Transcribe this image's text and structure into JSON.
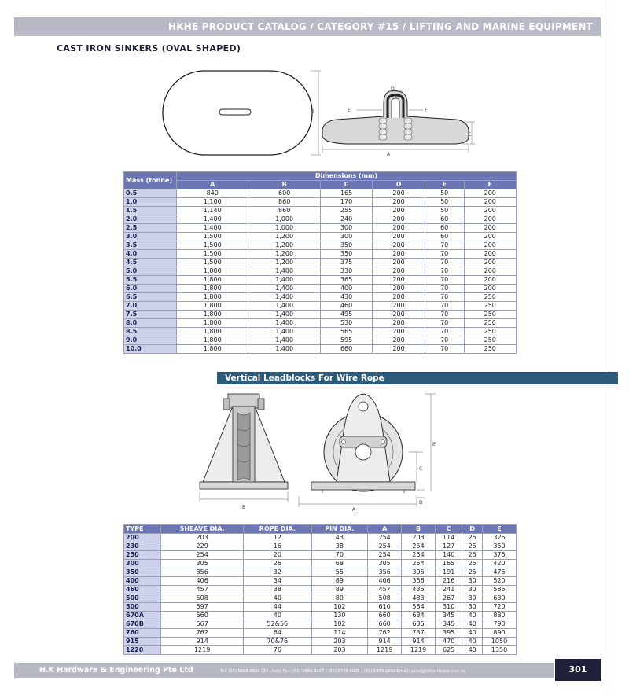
{
  "header": {
    "title": "HKHE PRODUCT CATALOG / CATEGORY #15 / LIFTING AND MARINE EQUIPMENT"
  },
  "sinkers": {
    "title": "CAST IRON SINKERS (OVAL SHAPED)",
    "dim_labels": {
      "a": "A",
      "b": "B",
      "c": "C",
      "d": "D",
      "e": "E",
      "f": "F"
    },
    "header_mass": "Mass (tonne)",
    "header_dimensions": "Dimensions (mm)",
    "columns": [
      "A",
      "B",
      "C",
      "D",
      "E",
      "F"
    ],
    "rows": [
      [
        "0.5",
        "840",
        "600",
        "165",
        "200",
        "50",
        "200"
      ],
      [
        "1.0",
        "1,100",
        "860",
        "170",
        "200",
        "50",
        "200"
      ],
      [
        "1.5",
        "1,140",
        "860",
        "255",
        "200",
        "50",
        "200"
      ],
      [
        "2.0",
        "1,400",
        "1,000",
        "240",
        "200",
        "60",
        "200"
      ],
      [
        "2.5",
        "1,400",
        "1,000",
        "300",
        "200",
        "60",
        "200"
      ],
      [
        "3.0",
        "1,500",
        "1,200",
        "300",
        "200",
        "60",
        "200"
      ],
      [
        "3.5",
        "1,500",
        "1,200",
        "350",
        "200",
        "70",
        "200"
      ],
      [
        "4.0",
        "1,500",
        "1,200",
        "350",
        "200",
        "70",
        "200"
      ],
      [
        "4.5",
        "1,500",
        "1,200",
        "375",
        "200",
        "70",
        "200"
      ],
      [
        "5.0",
        "1,800",
        "1,400",
        "330",
        "200",
        "70",
        "200"
      ],
      [
        "5.5",
        "1,800",
        "1,400",
        "365",
        "200",
        "70",
        "200"
      ],
      [
        "6.0",
        "1,800",
        "1,400",
        "400",
        "200",
        "70",
        "200"
      ],
      [
        "6.5",
        "1,800",
        "1,400",
        "430",
        "200",
        "70",
        "250"
      ],
      [
        "7.0",
        "1,800",
        "1,400",
        "460",
        "200",
        "70",
        "250"
      ],
      [
        "7.5",
        "1,800",
        "1,400",
        "495",
        "200",
        "70",
        "250"
      ],
      [
        "8.0",
        "1,800",
        "1,400",
        "530",
        "200",
        "70",
        "250"
      ],
      [
        "8.5",
        "1,800",
        "1,400",
        "565",
        "200",
        "70",
        "250"
      ],
      [
        "9.0",
        "1,800",
        "1,400",
        "595",
        "200",
        "70",
        "250"
      ],
      [
        "10.0",
        "1,800",
        "1,400",
        "660",
        "200",
        "70",
        "250"
      ]
    ]
  },
  "leadblocks": {
    "title": "Vertical Leadblocks For Wire Rope",
    "dim_labels": {
      "a": "A",
      "b": "B",
      "c": "C",
      "d": "D",
      "e": "E"
    },
    "columns": [
      "TYPE",
      "SHEAVE DIA.",
      "ROPE DIA.",
      "PIN DIA.",
      "A",
      "B",
      "C",
      "D",
      "E"
    ],
    "rows": [
      [
        "200",
        "203",
        "12",
        "43",
        "254",
        "203",
        "114",
        "25",
        "325"
      ],
      [
        "230",
        "229",
        "16",
        "38",
        "254",
        "254",
        "127",
        "25",
        "350"
      ],
      [
        "250",
        "254",
        "20",
        "70",
        "254",
        "254",
        "140",
        "25",
        "375"
      ],
      [
        "300",
        "305",
        "26",
        "68",
        "305",
        "254",
        "165",
        "25",
        "420"
      ],
      [
        "350",
        "356",
        "32",
        "55",
        "356",
        "305",
        "191",
        "25",
        "475"
      ],
      [
        "400",
        "406",
        "34",
        "89",
        "406",
        "356",
        "216",
        "30",
        "520"
      ],
      [
        "460",
        "457",
        "38",
        "89",
        "457",
        "435",
        "241",
        "30",
        "585"
      ],
      [
        "500",
        "508",
        "40",
        "89",
        "508",
        "483",
        "267",
        "30",
        "630"
      ],
      [
        "500",
        "597",
        "44",
        "102",
        "610",
        "584",
        "310",
        "30",
        "720"
      ],
      [
        "670A",
        "660",
        "40",
        "130",
        "660",
        "634",
        "345",
        "40",
        "880"
      ],
      [
        "670B",
        "667",
        "52&56",
        "102",
        "660",
        "635",
        "345",
        "40",
        "790"
      ],
      [
        "760",
        "762",
        "64",
        "114",
        "762",
        "737",
        "395",
        "40",
        "890"
      ],
      [
        "915",
        "914",
        "70&76",
        "203",
        "914",
        "914",
        "470",
        "40",
        "1050"
      ],
      [
        "1220",
        "1219",
        "76",
        "203",
        "1219",
        "1219",
        "625",
        "40",
        "1350"
      ]
    ]
  },
  "footer": {
    "company": "H.K Hardware & Engineering Pte Ltd",
    "contact": "Tel: (65) 6565 5555 (30 Lines)  Fax: (65) 6861 3177 / (65) 6778 4025 / (65) 6873 1602  Email: sales@hkhardware.com.sg",
    "page_number": "301"
  },
  "colors": {
    "header_bar": "#b7b9c5",
    "table_header": "#6d76b4",
    "first_column": "#cdd1ea",
    "section_band": "#2d5b79",
    "page_number_bg": "#1e2138"
  }
}
